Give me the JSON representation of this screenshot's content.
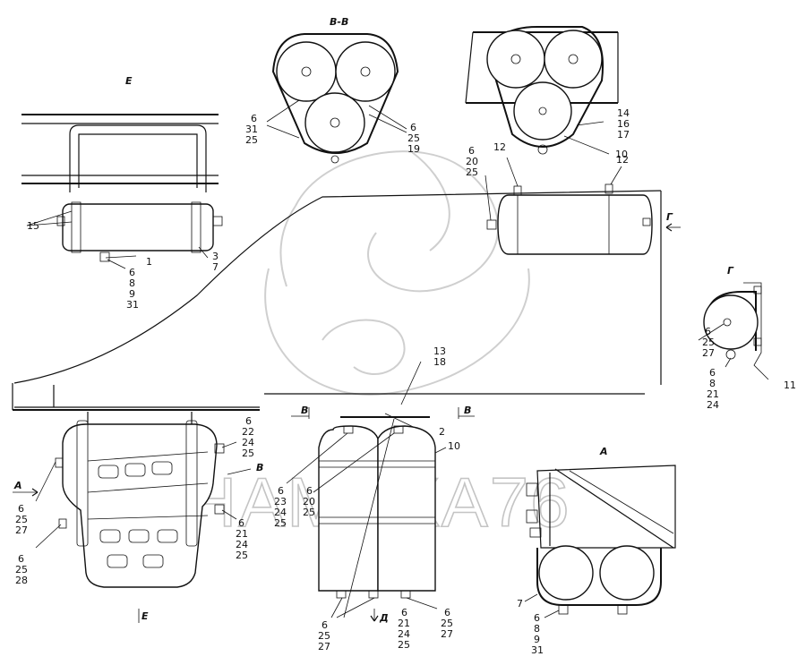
{
  "watermark": {
    "text": "ДИНАМИКА76"
  },
  "views": {
    "e_view": {
      "title": "Е",
      "callouts": [
        "15",
        "1",
        "3",
        "7",
        "6",
        "8",
        "9",
        "31"
      ]
    },
    "bb_view": {
      "title": "В-В",
      "callouts": [
        "6",
        "31",
        "25",
        "6",
        "25",
        "19"
      ]
    },
    "top_right_view": {
      "callouts": [
        "14",
        "16",
        "17",
        "10"
      ]
    },
    "side_view": {
      "callouts": [
        "6",
        "20",
        "25",
        "12",
        "12"
      ],
      "arrow_label": "Г"
    },
    "g_view": {
      "title": "Г",
      "callouts": [
        "6",
        "25",
        "27",
        "6",
        "8",
        "21",
        "24",
        "11"
      ]
    },
    "cut_marks": {
      "left": "В",
      "right": "В",
      "callouts": [
        "13",
        "18",
        "2",
        "10"
      ]
    },
    "bottom_left_view": {
      "callouts": [
        "6",
        "22",
        "24",
        "25",
        "6",
        "25",
        "27",
        "6",
        "21",
        "24",
        "25",
        "6",
        "25",
        "28"
      ],
      "arrow_a": "А",
      "arrow_b": "В",
      "cut_e": "Е"
    },
    "bottom_center_view": {
      "callouts": [
        "6",
        "23",
        "24",
        "25",
        "6",
        "20",
        "25",
        "6",
        "25",
        "27",
        "6",
        "21",
        "24",
        "25",
        "6",
        "25",
        "27"
      ],
      "arrow_d": "Д"
    },
    "a_view": {
      "title": "А",
      "callouts": [
        "7",
        "6",
        "8",
        "9",
        "31"
      ]
    }
  }
}
